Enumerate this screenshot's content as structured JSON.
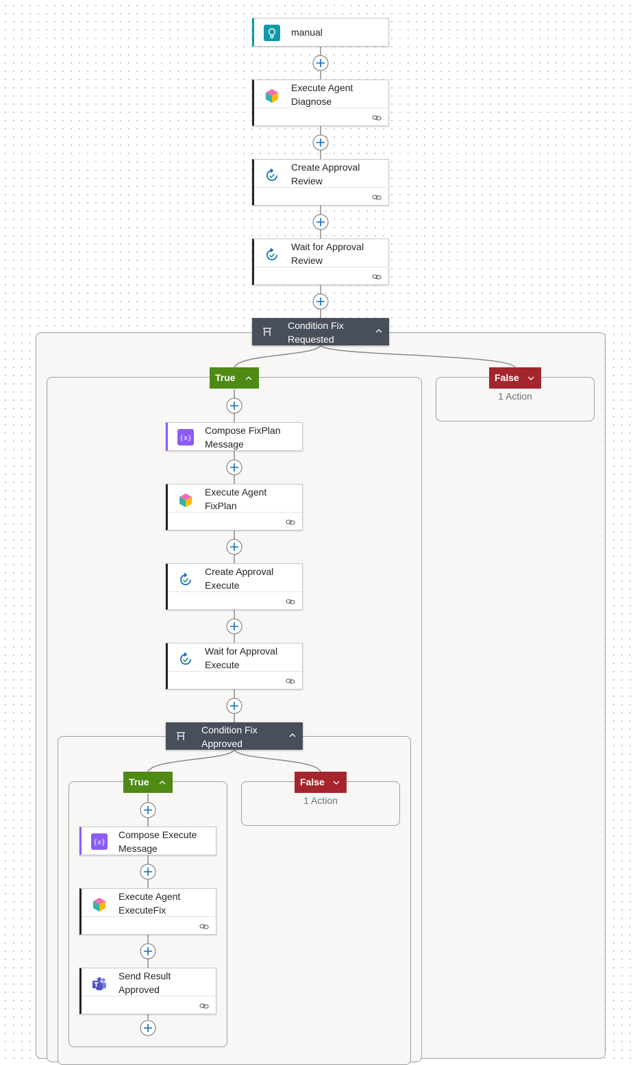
{
  "canvas": {
    "colors": {
      "accent": "#0f6cbd",
      "true": "#4e8a14",
      "false": "#a4262c",
      "condition": "#484f5b",
      "compose": "#8b5cf6"
    }
  },
  "trigger": {
    "label": "manual",
    "icon": "trigger-icon"
  },
  "actions": {
    "execute_agent_diagnose": "Execute Agent Diagnose",
    "create_approval_review": "Create Approval Review",
    "wait_approval_review": "Wait for Approval Review",
    "compose_fixplan_message": "Compose FixPlan Message",
    "execute_agent_fixplan": "Execute Agent FixPlan",
    "create_approval_execute": "Create Approval Execute",
    "wait_approval_execute": "Wait for Approval Execute",
    "compose_execute_message": "Compose Execute Message",
    "execute_agent_executefix": "Execute Agent ExecuteFix",
    "send_result_approved": "Send Result Approved"
  },
  "conditions": {
    "fix_requested": {
      "label": "Condition Fix Requested",
      "true_label": "True",
      "false_label": "False",
      "false_count": "1 Action"
    },
    "fix_approved": {
      "label": "Condition Fix Approved",
      "true_label": "True",
      "false_label": "False",
      "false_count": "1 Action"
    }
  }
}
